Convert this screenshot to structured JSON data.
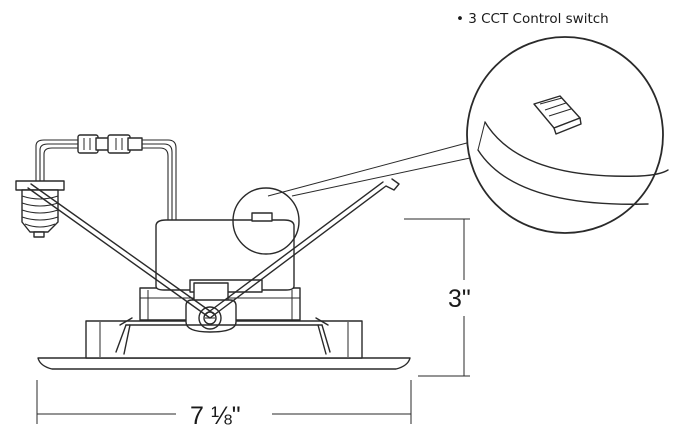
{
  "callout": {
    "label": "• 3 CCT Control switch"
  },
  "dimensions": {
    "height": "3\"",
    "width": "7 ⅛\""
  }
}
